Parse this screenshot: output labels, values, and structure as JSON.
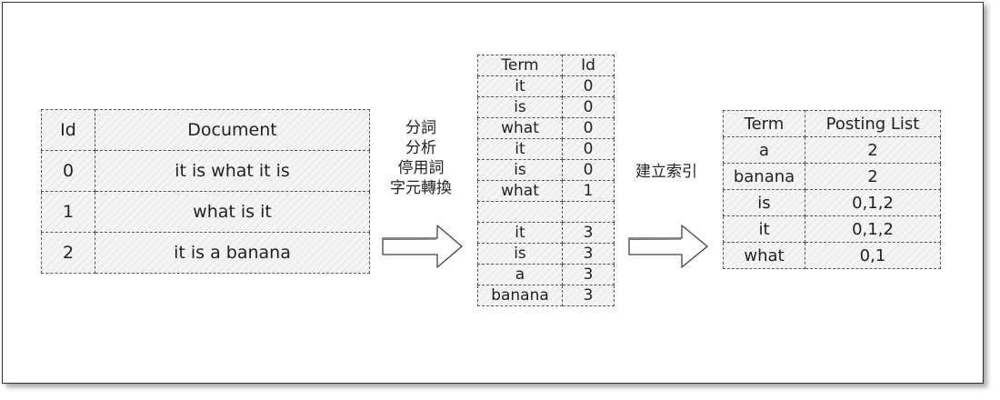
{
  "documents_table": {
    "headers": [
      "Id",
      "Document"
    ],
    "rows": [
      [
        "0",
        "it is what it is"
      ],
      [
        "1",
        "what is it"
      ],
      [
        "2",
        "it is a banana"
      ]
    ]
  },
  "step1": {
    "labels": [
      "分詞",
      "分析",
      "停用詞",
      "字元轉換"
    ]
  },
  "term_id_table": {
    "headers": [
      "Term",
      "Id"
    ],
    "rows": [
      [
        "it",
        "0"
      ],
      [
        "is",
        "0"
      ],
      [
        "what",
        "0"
      ],
      [
        "it",
        "0"
      ],
      [
        "is",
        "0"
      ],
      [
        "what",
        "1"
      ],
      [
        "",
        ""
      ],
      [
        "it",
        "3"
      ],
      [
        "is",
        "3"
      ],
      [
        "a",
        "3"
      ],
      [
        "banana",
        "3"
      ]
    ]
  },
  "step2": {
    "label": "建立索引"
  },
  "posting_table": {
    "headers": [
      "Term",
      "Posting List"
    ],
    "rows": [
      [
        "a",
        "2"
      ],
      [
        "banana",
        "2"
      ],
      [
        "is",
        "0,1,2"
      ],
      [
        "it",
        "0,1,2"
      ],
      [
        "what",
        "0,1"
      ]
    ]
  }
}
